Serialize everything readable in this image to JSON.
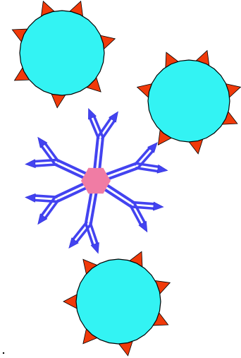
{
  "diagram": {
    "description_free": true,
    "colors": {
      "cell_fill": "#33F3F3",
      "cell_stroke": "#000000",
      "spike_fill": "#F03A0A",
      "spike_stroke": "#000000",
      "antibody_fill": "#4343F0",
      "antibody_stroke": "#3131D8",
      "hub_fill": "#F07CA4"
    },
    "cells": [
      {
        "name": "cell-top-left"
      },
      {
        "name": "cell-right"
      },
      {
        "name": "cell-bottom"
      }
    ],
    "antibody_count": 6
  }
}
